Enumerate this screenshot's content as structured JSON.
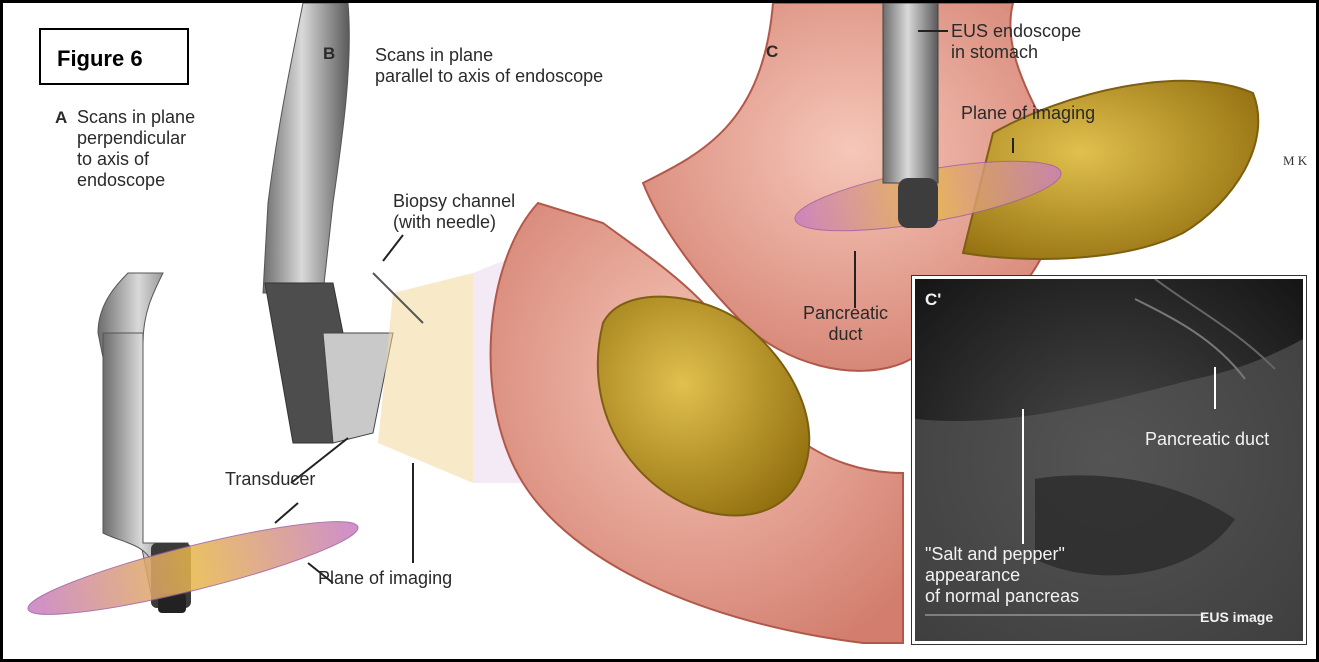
{
  "figure_label": "Figure 6",
  "panel_a": {
    "letter": "A",
    "caption": "Scans in plane\nperpendicular\nto axis of\nendoscope"
  },
  "panel_b": {
    "letter": "B",
    "caption": "Scans in plane\nparallel to  axis of endoscope"
  },
  "panel_c": {
    "letter": "C"
  },
  "panel_c_prime": {
    "letter": "C'"
  },
  "labels": {
    "biopsy_channel": "Biopsy channel\n(with needle)",
    "transducer": "Transducer",
    "plane_of_imaging_bottom": "Plane of imaging",
    "eus_endoscope": "EUS endoscope\nin stomach",
    "plane_of_imaging_top": "Plane of imaging",
    "pancreatic_duct_c": "Pancreatic\nduct",
    "pancreatic_duct_us": "Pancreatic duct",
    "salt_pepper": "\"Salt and pepper\"\nappearance\nof normal pancreas",
    "eus_image": "EUS image"
  },
  "signature": "M\nK",
  "colors": {
    "tissue": "#e8a79a",
    "pancreas": "#b8901e",
    "plane": "#c77bc4",
    "scope": "#8a8a8a"
  }
}
